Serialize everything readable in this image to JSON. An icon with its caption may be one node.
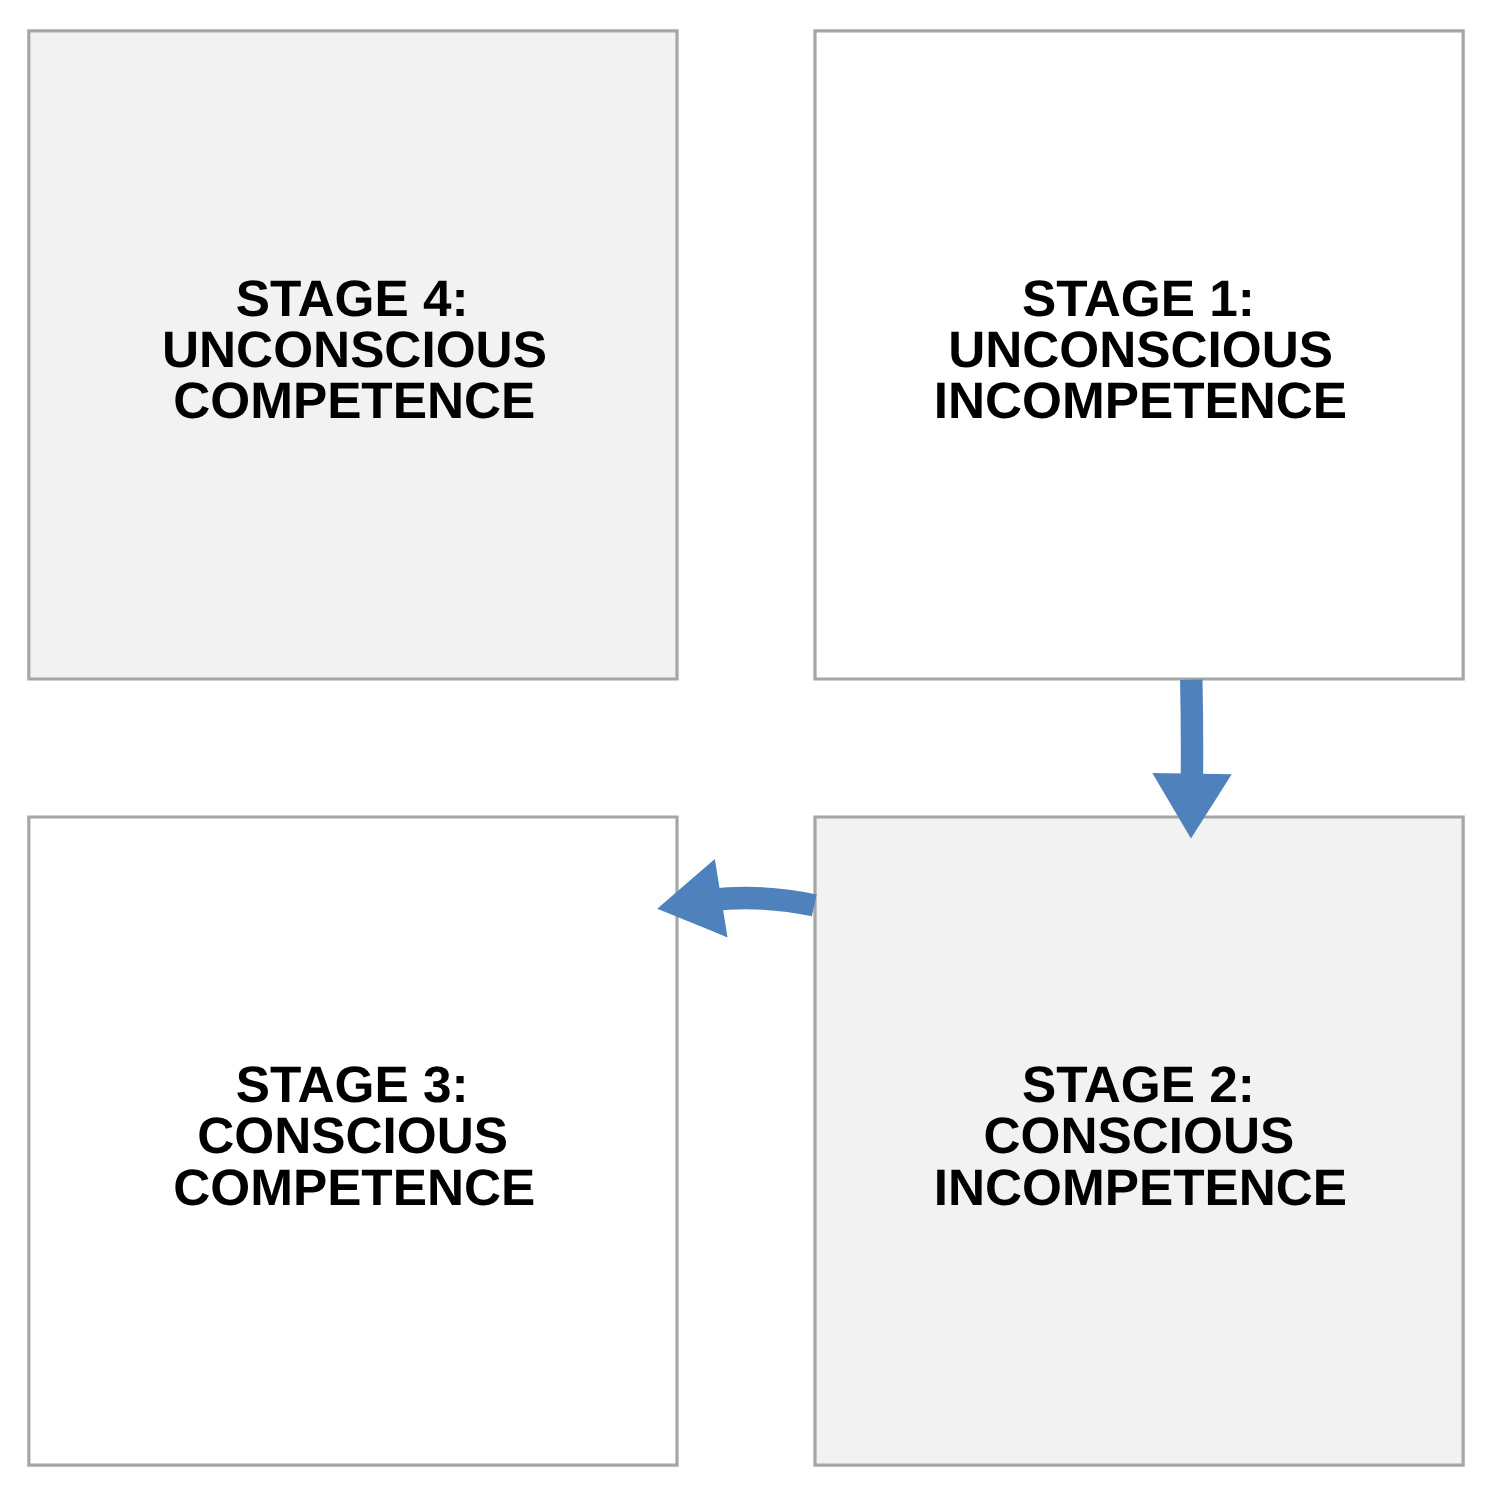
{
  "diagram": {
    "nodes": [
      {
        "text": [
          "STAGE 4: UNCONSCIOUS COMPETENCE"
        ]
      },
      {
        "text": [
          "STAGE 1: UNCONSCIOUS INCOMPETENCE"
        ]
      },
      {
        "text": [
          "STAGE 3: CONSCIOUS COMPETENCE"
        ]
      },
      {
        "text": [
          "STAGE 2: CONSCIOUS INCOMPETENCE"
        ]
      }
    ],
    "edges": [
      {
        "from": 1,
        "to": 3,
        "arrow": "to"
      },
      {
        "from": 3,
        "to": 2,
        "arrow": "to"
      }
    ]
  }
}
